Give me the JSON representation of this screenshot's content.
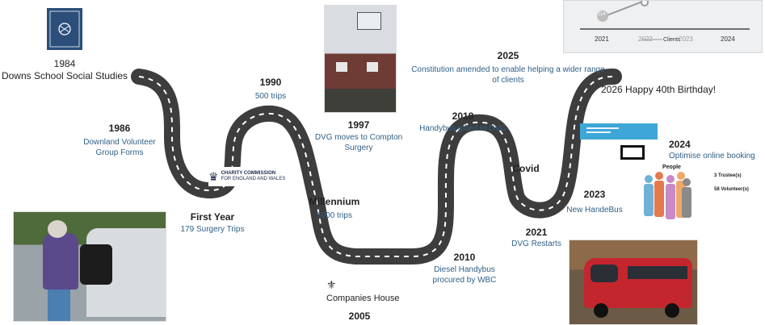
{
  "milestones": {
    "y1984": {
      "year": "1984",
      "text": "Downs School Social Studies"
    },
    "y1986": {
      "year": "1986",
      "text": "Downland Volunteer Group Forms"
    },
    "first": {
      "year": "First Year",
      "text": "179 Surgery Trips"
    },
    "y1990": {
      "year": "1990",
      "text": "500 trips"
    },
    "y1997": {
      "year": "1997",
      "text": "DVG moves to Compton Surgery"
    },
    "mill": {
      "year": "Millennium",
      "text": "1000 trips"
    },
    "y2005": {
      "year": "2005",
      "text": "Companies House"
    },
    "y2010": {
      "year": "2010",
      "text": "Diesel Handybus procured by WBC"
    },
    "y2018": {
      "year": "2018",
      "text": "Handybus gifted to DVG"
    },
    "covid": {
      "year": "Covid"
    },
    "y2021": {
      "year": "2021",
      "text": "DVG Restarts"
    },
    "y2023": {
      "year": "2023",
      "text": "New HandeBus"
    },
    "y2024": {
      "year": "2024",
      "text": "Optimise online booking"
    },
    "y2025": {
      "year": "2025",
      "text": "Constitution amended to enable helping a wider range of clients"
    },
    "y2026": {
      "text": "2026 Happy 40th Birthday!"
    }
  },
  "charity_logo": {
    "line1": "CHARITY COMMISSION",
    "line2": "FOR ENGLAND AND WALES"
  },
  "people": {
    "title": "People",
    "trustees": "3 Trustee(s)",
    "volunteers": "58 Volunteer(s)"
  },
  "mini_chart": {
    "point_label": "114",
    "legend": "Clients",
    "ticks": [
      "2021",
      "2022",
      "2023",
      "2024"
    ]
  },
  "colors": {
    "road": "#3d3d3d",
    "dash": "#ffffff",
    "accent": "#2f5f86",
    "crest_bg": "#2b4e7a"
  }
}
